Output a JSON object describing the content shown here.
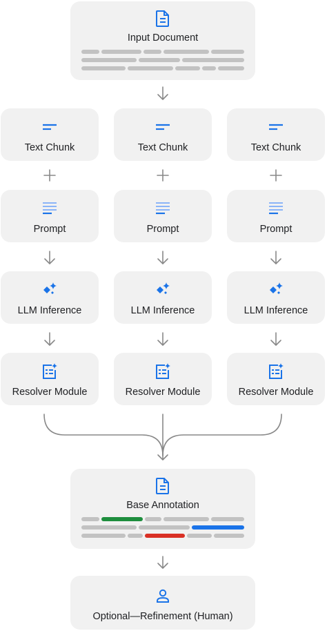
{
  "input": {
    "label": "Input Document",
    "icon": "document-icon"
  },
  "columns": [
    {
      "chunk": "Text Chunk",
      "prompt": "Prompt",
      "llm": "LLM Inference",
      "resolver": "Resolver Module"
    },
    {
      "chunk": "Text Chunk",
      "prompt": "Prompt",
      "llm": "LLM Inference",
      "resolver": "Resolver Module"
    },
    {
      "chunk": "Text Chunk",
      "prompt": "Prompt",
      "llm": "LLM Inference",
      "resolver": "Resolver Module"
    }
  ],
  "base": {
    "label": "Base Annotation",
    "icon": "document-icon"
  },
  "refine": {
    "label": "Optional—Refinement (Human)",
    "icon": "person-icon"
  },
  "colors": {
    "box": "#f1f1f1",
    "accent": "#1a73e8",
    "accent_light": "#8ab4f8",
    "connector": "#888888",
    "bar": "#c2c2c2",
    "highlight_green": "#1e8e3e",
    "highlight_red": "#d93025",
    "highlight_blue": "#1a73e8"
  }
}
